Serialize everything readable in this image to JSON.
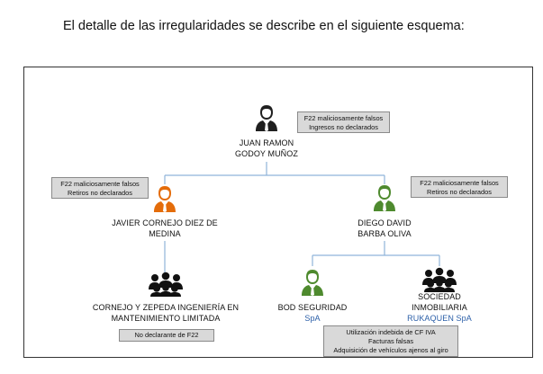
{
  "intro_text": "El detalle de las irregularidades se describe en el siguiente esquema:",
  "nodes": {
    "top": {
      "line1": "JUAN RAMON",
      "line2": "GODOY MUÑOZ",
      "icon": "person-icon",
      "color": "#1f1f1f"
    },
    "left": {
      "line1": "JAVIER CORNEJO DIEZ DE",
      "line2": "MEDINA",
      "icon": "person-icon",
      "color": "#e46c0a"
    },
    "right": {
      "line1": "DIEGO DAVID",
      "line2": "BARBA OLIVA",
      "icon": "person-icon",
      "color": "#4e8a2e"
    },
    "company_left": {
      "line1": "CORNEJO Y ZEPEDA INGENIERÍA EN",
      "line2": "MANTENIMIENTO LIMITADA",
      "icon": "group-icon",
      "color": "#1f1f1f"
    },
    "bod": {
      "line1": "BOD SEGURIDAD",
      "line2": "SpA",
      "icon": "person-icon",
      "color": "#4e8a2e"
    },
    "sociedad": {
      "line1": "SOCIEDAD",
      "line2": "INMOBILIARIA",
      "line3": "RUKAQUEN SpA",
      "icon": "group-icon",
      "color": "#1f1f1f"
    }
  },
  "notes": {
    "top": {
      "line1": "F22 maliciosamente falsos",
      "line2": "Ingresos no declarados"
    },
    "left": {
      "line1": "F22 maliciosamente falsos",
      "line2": "Retiros no declarados"
    },
    "right": {
      "line1": "F22 maliciosamente falsos",
      "line2": "Retiros no declarados"
    },
    "company_left": {
      "line1": "No declarante de F22"
    },
    "bottom": {
      "line1": "Utilización indebida de CF IVA",
      "line2": "Facturas falsas",
      "line3": "Adquisición de vehículos ajenos al giro"
    }
  },
  "colors": {
    "connector": "#8fb4d9",
    "note_bg": "#d9d9d9"
  }
}
